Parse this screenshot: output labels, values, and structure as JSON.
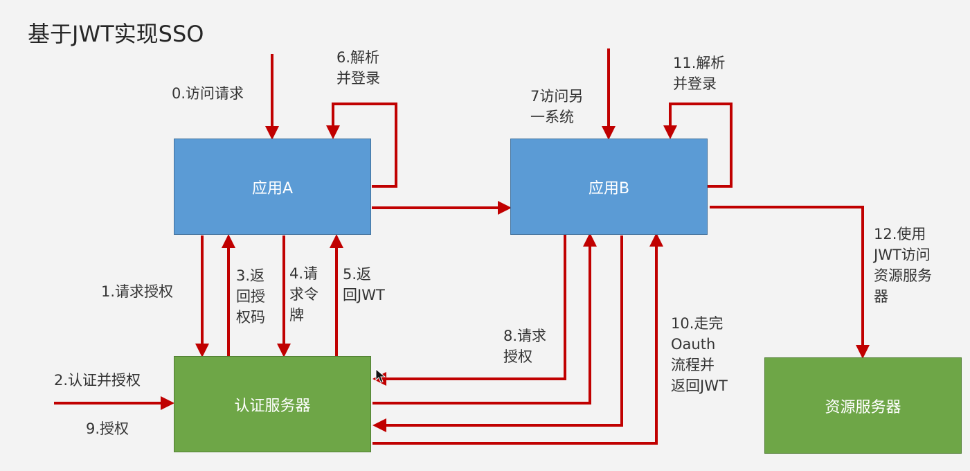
{
  "title": "基于JWT实现SSO",
  "colors": {
    "arrow": "#c00000",
    "app_box": "#5b9bd5",
    "server_box": "#6ea647"
  },
  "nodes": {
    "app_a": "应用A",
    "app_b": "应用B",
    "auth_server": "认证服务器",
    "resource_server": "资源服务器"
  },
  "labels": {
    "step0": "0.访问请求",
    "step1": "1.请求授权",
    "step2": "2.认证并授权",
    "step3": "3.返\n回授\n权码",
    "step4": "4.请\n求令\n牌",
    "step5": "5.返\n回JWT",
    "step6": "6.解析\n并登录",
    "step7": "7访问另\n一系统",
    "step8": "8.请求\n授权",
    "step9": "9.授权",
    "step10": "10.走完\nOauth\n流程并\n返回JWT",
    "step11": "11.解析\n并登录",
    "step12": "12.使用\nJWT访问\n资源服务\n器"
  }
}
